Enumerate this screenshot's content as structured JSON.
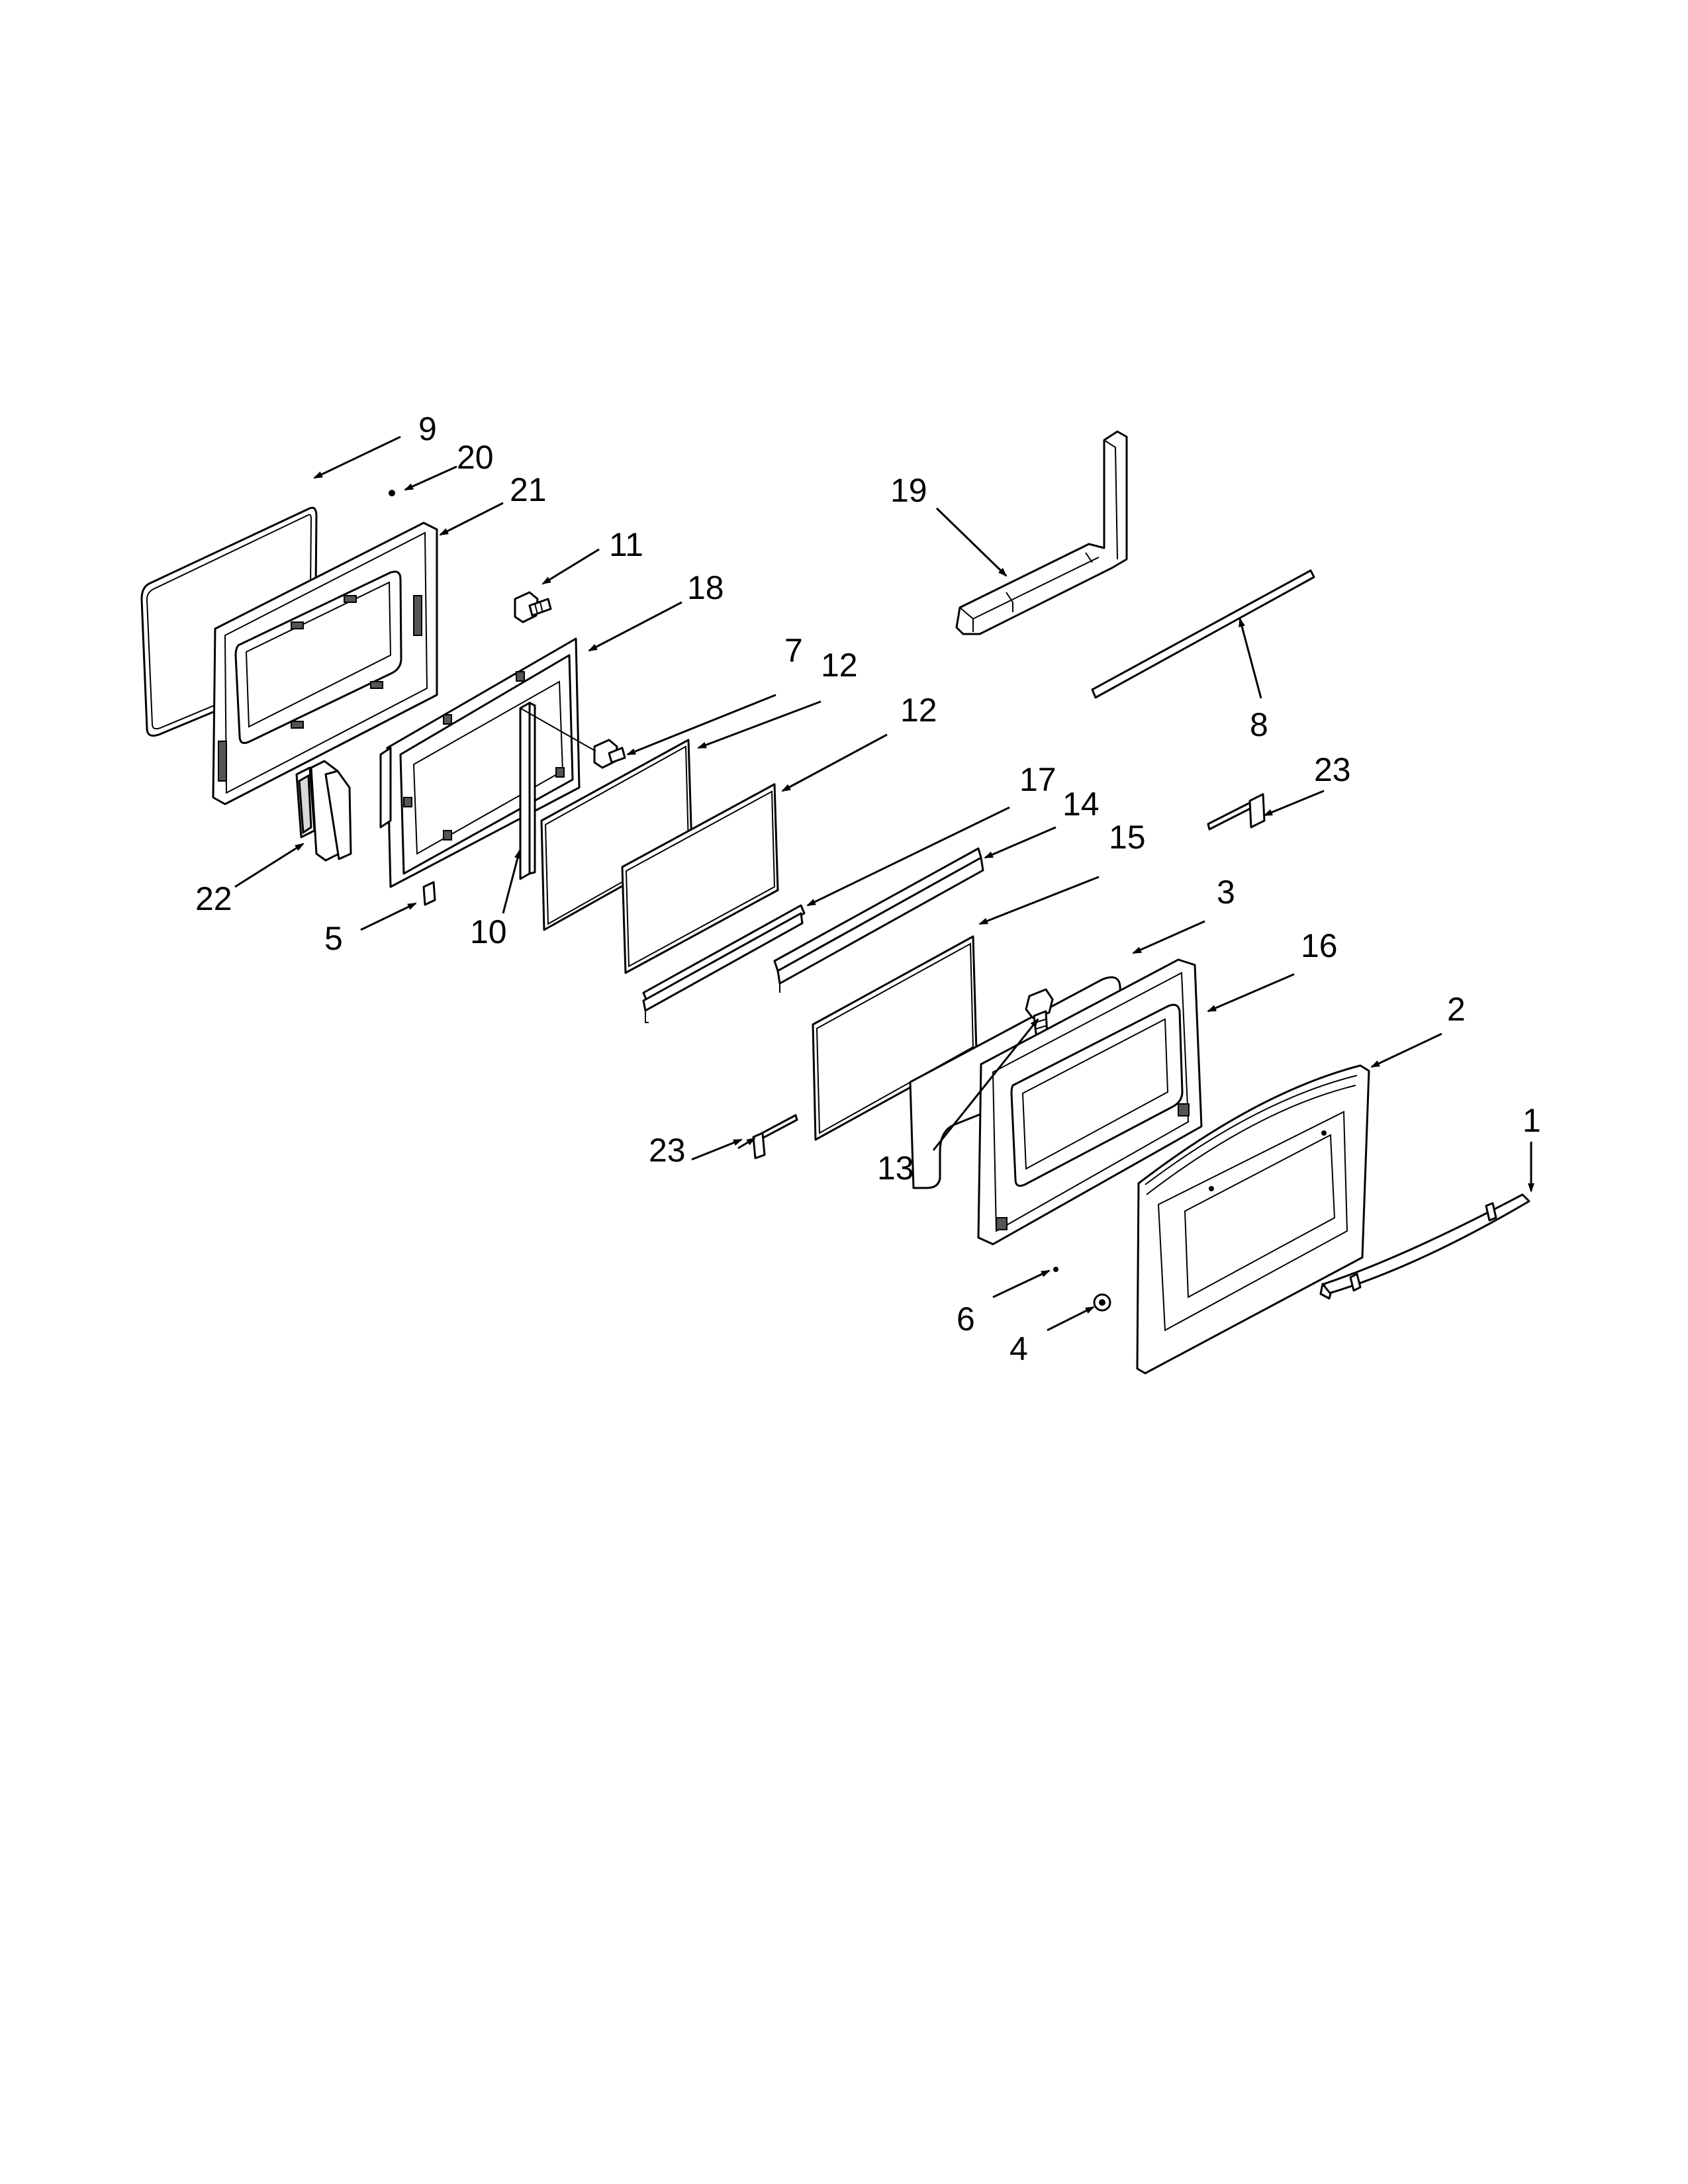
{
  "callouts": {
    "c1": "1",
    "c2": "2",
    "c3": "3",
    "c4": "4",
    "c5": "5",
    "c6": "6",
    "c7": "7",
    "c8": "8",
    "c9": "9",
    "c10": "10",
    "c11": "11",
    "c12a": "12",
    "c12b": "12",
    "c13": "13",
    "c14": "14",
    "c15": "15",
    "c16": "16",
    "c17": "17",
    "c18": "18",
    "c19": "19",
    "c20": "20",
    "c21": "21",
    "c22": "22",
    "c23a": "23",
    "c23b": "23"
  }
}
